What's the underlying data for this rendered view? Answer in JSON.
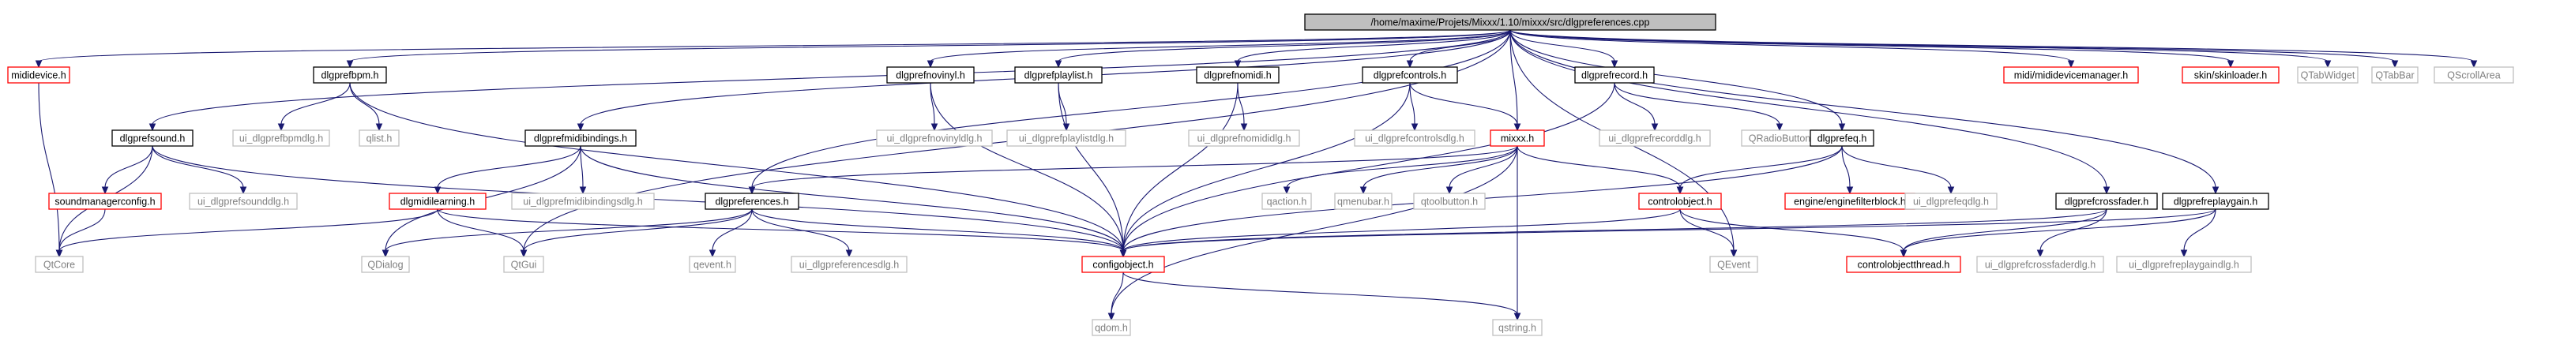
{
  "diagram": {
    "type": "include-dependency-graph",
    "colors": {
      "root_fill": "#bfbfbf",
      "root_border": "#000000",
      "documented_border": "#000000",
      "missing_border": "#ff0000",
      "external_border": "#bfbfbf",
      "external_text": "#808080",
      "edge": "#191970"
    },
    "nodes": [
      {
        "id": "root",
        "label": "/home/maxime/Projets/Mixxx/1.10/mixxx/src/dlgpreferences.cpp",
        "kind": "root"
      },
      {
        "id": "mididevice",
        "label": "mididevice.h",
        "kind": "missing"
      },
      {
        "id": "dlgprefbpm",
        "label": "dlgprefbpm.h",
        "kind": "documented"
      },
      {
        "id": "ui_dlgprefbpmdlg",
        "label": "ui_dlgprefbpmdlg.h",
        "kind": "external"
      },
      {
        "id": "qlist",
        "label": "qlist.h",
        "kind": "external"
      },
      {
        "id": "dlgprefnovinyl",
        "label": "dlgprefnovinyl.h",
        "kind": "documented"
      },
      {
        "id": "ui_dlgprefnovinyldlg",
        "label": "ui_dlgprefnovinyldlg.h",
        "kind": "external"
      },
      {
        "id": "dlgprefplaylist",
        "label": "dlgprefplaylist.h",
        "kind": "documented"
      },
      {
        "id": "ui_dlgprefplaylistdlg",
        "label": "ui_dlgprefplaylistdlg.h",
        "kind": "external"
      },
      {
        "id": "dlgprefnomidi",
        "label": "dlgprefnomidi.h",
        "kind": "documented"
      },
      {
        "id": "ui_dlgprefnomididlg",
        "label": "ui_dlgprefnomididlg.h",
        "kind": "external"
      },
      {
        "id": "dlgprefcontrols",
        "label": "dlgprefcontrols.h",
        "kind": "documented"
      },
      {
        "id": "ui_dlgprefcontrolsdlg",
        "label": "ui_dlgprefcontrolsdlg.h",
        "kind": "external"
      },
      {
        "id": "mixxx",
        "label": "mixxx.h",
        "kind": "missing"
      },
      {
        "id": "dlgprefrecord",
        "label": "dlgprefrecord.h",
        "kind": "documented"
      },
      {
        "id": "ui_dlgprefrecorddlg",
        "label": "ui_dlgprefrecorddlg.h",
        "kind": "external"
      },
      {
        "id": "qradiobutton",
        "label": "QRadioButton",
        "kind": "external"
      },
      {
        "id": "midimanager",
        "label": "midi/mididevicemanager.h",
        "kind": "missing"
      },
      {
        "id": "skinloader",
        "label": "skin/skinloader.h",
        "kind": "missing"
      },
      {
        "id": "qtabwidget",
        "label": "QTabWidget",
        "kind": "external"
      },
      {
        "id": "qtabbar",
        "label": "QTabBar",
        "kind": "external"
      },
      {
        "id": "qscrollarea",
        "label": "QScrollArea",
        "kind": "external"
      },
      {
        "id": "dlgprefsound",
        "label": "dlgprefsound.h",
        "kind": "documented"
      },
      {
        "id": "soundmanagerconfig",
        "label": "soundmanagerconfig.h",
        "kind": "missing"
      },
      {
        "id": "ui_dlgprefsounddlg",
        "label": "ui_dlgprefsounddlg.h",
        "kind": "external"
      },
      {
        "id": "qtcore",
        "label": "QtCore",
        "kind": "external"
      },
      {
        "id": "dlgprefmidibindings",
        "label": "dlgprefmidibindings.h",
        "kind": "documented"
      },
      {
        "id": "dlgmidilearning",
        "label": "dlgmidilearning.h",
        "kind": "missing"
      },
      {
        "id": "ui_dlgprefmidibindingsdlg",
        "label": "ui_dlgprefmidibindingsdlg.h",
        "kind": "external"
      },
      {
        "id": "qdialog",
        "label": "QDialog",
        "kind": "external"
      },
      {
        "id": "qtgui",
        "label": "QtGui",
        "kind": "external"
      },
      {
        "id": "dlgpreferences",
        "label": "dlgpreferences.h",
        "kind": "documented"
      },
      {
        "id": "qevent",
        "label": "qevent.h",
        "kind": "external"
      },
      {
        "id": "ui_dlgpreferencesdlg",
        "label": "ui_dlgpreferencesdlg.h",
        "kind": "external"
      },
      {
        "id": "configobject",
        "label": "configobject.h",
        "kind": "missing"
      },
      {
        "id": "qdom",
        "label": "qdom.h",
        "kind": "external"
      },
      {
        "id": "qstring",
        "label": "qstring.h",
        "kind": "external"
      },
      {
        "id": "qaction",
        "label": "qaction.h",
        "kind": "external"
      },
      {
        "id": "qmenubar",
        "label": "qmenubar.h",
        "kind": "external"
      },
      {
        "id": "qtoolbutton",
        "label": "qtoolbutton.h",
        "kind": "external"
      },
      {
        "id": "controlobject",
        "label": "controlobject.h",
        "kind": "missing"
      },
      {
        "id": "qeventcap",
        "label": "QEvent",
        "kind": "external"
      },
      {
        "id": "controlobjectthread",
        "label": "controlobjectthread.h",
        "kind": "missing"
      },
      {
        "id": "dlgprefeq",
        "label": "dlgprefeq.h",
        "kind": "documented"
      },
      {
        "id": "enginefilterblock",
        "label": "engine/enginefilterblock.h",
        "kind": "missing"
      },
      {
        "id": "ui_dlgprefeqdlg",
        "label": "ui_dlgprefeqdlg.h",
        "kind": "external"
      },
      {
        "id": "dlgprefcrossfader",
        "label": "dlgprefcrossfader.h",
        "kind": "documented"
      },
      {
        "id": "ui_dlgprefcrossfaderdlg",
        "label": "ui_dlgprefcrossfaderdlg.h",
        "kind": "external"
      },
      {
        "id": "dlgprefreplaygain",
        "label": "dlgprefreplaygain.h",
        "kind": "documented"
      },
      {
        "id": "ui_dlgprefreplaygaindlg",
        "label": "ui_dlgprefreplaygaindlg.h",
        "kind": "external"
      }
    ],
    "edges": [
      [
        "root",
        "mididevice"
      ],
      [
        "root",
        "dlgprefbpm"
      ],
      [
        "root",
        "dlgprefnovinyl"
      ],
      [
        "root",
        "dlgprefplaylist"
      ],
      [
        "root",
        "dlgprefnomidi"
      ],
      [
        "root",
        "dlgprefcontrols"
      ],
      [
        "root",
        "mixxx"
      ],
      [
        "root",
        "dlgprefrecord"
      ],
      [
        "root",
        "midimanager"
      ],
      [
        "root",
        "skinloader"
      ],
      [
        "root",
        "qtabwidget"
      ],
      [
        "root",
        "qtabbar"
      ],
      [
        "root",
        "qscrollarea"
      ],
      [
        "root",
        "dlgprefsound"
      ],
      [
        "root",
        "dlgprefmidibindings"
      ],
      [
        "root",
        "dlgpreferences"
      ],
      [
        "root",
        "dlgprefeq"
      ],
      [
        "root",
        "dlgprefcrossfader"
      ],
      [
        "root",
        "dlgprefreplaygain"
      ],
      [
        "root",
        "qtgui"
      ],
      [
        "root",
        "qeventcap"
      ],
      [
        "mididevice",
        "qtcore"
      ],
      [
        "dlgprefbpm",
        "ui_dlgprefbpmdlg"
      ],
      [
        "dlgprefbpm",
        "qlist"
      ],
      [
        "dlgprefbpm",
        "configobject"
      ],
      [
        "dlgprefnovinyl",
        "ui_dlgprefnovinyldlg"
      ],
      [
        "dlgprefnovinyl",
        "configobject"
      ],
      [
        "dlgprefplaylist",
        "ui_dlgprefplaylistdlg"
      ],
      [
        "dlgprefplaylist",
        "configobject"
      ],
      [
        "dlgprefnomidi",
        "ui_dlgprefnomididlg"
      ],
      [
        "dlgprefnomidi",
        "configobject"
      ],
      [
        "dlgprefcontrols",
        "ui_dlgprefcontrolsdlg"
      ],
      [
        "dlgprefcontrols",
        "configobject"
      ],
      [
        "dlgprefcontrols",
        "mixxx"
      ],
      [
        "mixxx",
        "dlgpreferences"
      ],
      [
        "mixxx",
        "qaction"
      ],
      [
        "mixxx",
        "qmenubar"
      ],
      [
        "mixxx",
        "qtoolbutton"
      ],
      [
        "mixxx",
        "controlobject"
      ],
      [
        "mixxx",
        "qdom"
      ],
      [
        "mixxx",
        "qstring"
      ],
      [
        "dlgprefrecord",
        "ui_dlgprefrecorddlg"
      ],
      [
        "dlgprefrecord",
        "qradiobutton"
      ],
      [
        "dlgprefrecord",
        "configobject"
      ],
      [
        "dlgprefsound",
        "soundmanagerconfig"
      ],
      [
        "dlgprefsound",
        "ui_dlgprefsounddlg"
      ],
      [
        "dlgprefsound",
        "qtcore"
      ],
      [
        "dlgprefsound",
        "configobject"
      ],
      [
        "soundmanagerconfig",
        "qtcore"
      ],
      [
        "dlgprefmidibindings",
        "dlgmidilearning"
      ],
      [
        "dlgprefmidibindings",
        "ui_dlgprefmidibindingsdlg"
      ],
      [
        "dlgprefmidibindings",
        "qdialog"
      ],
      [
        "dlgprefmidibindings",
        "configobject"
      ],
      [
        "dlgmidilearning",
        "qtgui"
      ],
      [
        "dlgmidilearning",
        "qtcore"
      ],
      [
        "dlgmidilearning",
        "configobject"
      ],
      [
        "dlgpreferences",
        "qdialog"
      ],
      [
        "dlgpreferences",
        "qtgui"
      ],
      [
        "dlgpreferences",
        "qevent"
      ],
      [
        "dlgpreferences",
        "ui_dlgpreferencesdlg"
      ],
      [
        "dlgpreferences",
        "configobject"
      ],
      [
        "configobject",
        "qdom"
      ],
      [
        "configobject",
        "qstring"
      ],
      [
        "controlobject",
        "configobject"
      ],
      [
        "controlobject",
        "qeventcap"
      ],
      [
        "controlobject",
        "controlobjectthread"
      ],
      [
        "dlgprefeq",
        "controlobject"
      ],
      [
        "dlgprefeq",
        "enginefilterblock"
      ],
      [
        "dlgprefeq",
        "ui_dlgprefeqdlg"
      ],
      [
        "dlgprefeq",
        "configobject"
      ],
      [
        "dlgprefcrossfader",
        "controlobjectthread"
      ],
      [
        "dlgprefcrossfader",
        "ui_dlgprefcrossfaderdlg"
      ],
      [
        "dlgprefcrossfader",
        "configobject"
      ],
      [
        "dlgprefreplaygain",
        "controlobjectthread"
      ],
      [
        "dlgprefreplaygain",
        "ui_dlgprefreplaygaindlg"
      ],
      [
        "dlgprefreplaygain",
        "configobject"
      ]
    ]
  }
}
